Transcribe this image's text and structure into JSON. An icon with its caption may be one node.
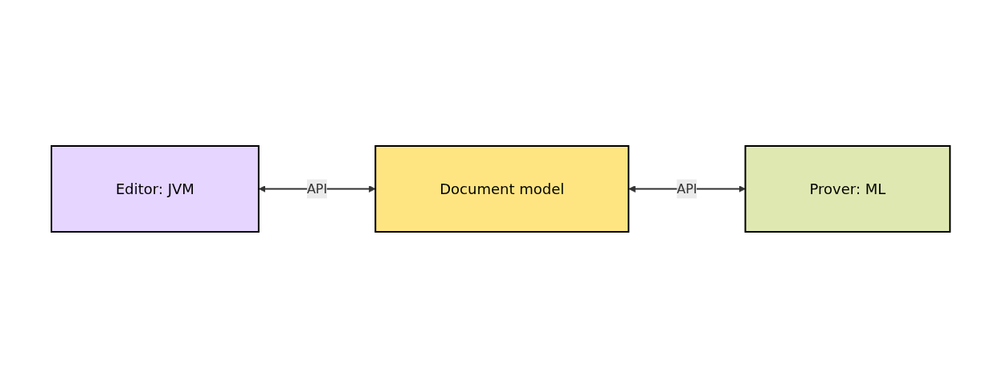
{
  "diagram": {
    "nodes": [
      {
        "text": [
          "Editor: JVM"
        ]
      },
      {
        "text": [
          "Document model"
        ]
      },
      {
        "text": [
          "Prover: ML"
        ]
      }
    ],
    "edges": [
      {
        "from": 0,
        "to": 1,
        "arrow": "both",
        "label": "API"
      },
      {
        "from": 1,
        "to": 2,
        "arrow": "both",
        "label": "API"
      }
    ]
  }
}
